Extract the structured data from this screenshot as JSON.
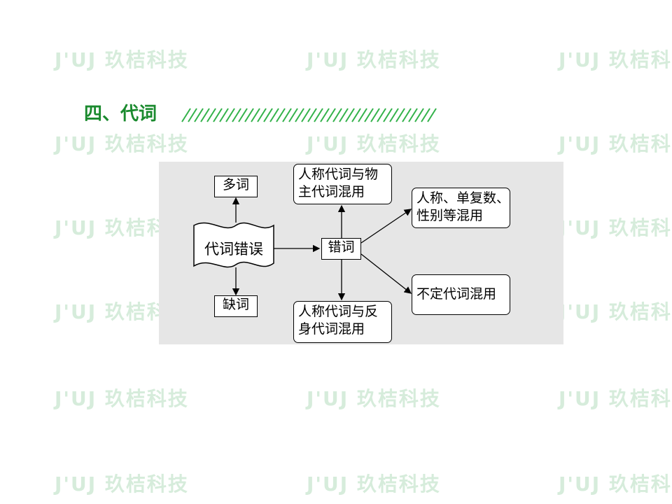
{
  "watermark": {
    "logo_text": "J'UJ 玖桔科技"
  },
  "section": {
    "title": "四、代词"
  },
  "diagram": {
    "center": "代词错误",
    "top_node": "多词",
    "bottom_node": "缺词",
    "hub": "错词",
    "branch_top": [
      "人称代词与物",
      "主代词混用"
    ],
    "branch_bottom": [
      "人称代词与反",
      "身代词混用"
    ],
    "branch_right_top": [
      "人称、单复数、",
      "性别等混用"
    ],
    "branch_right_bottom": "不定代词混用"
  }
}
